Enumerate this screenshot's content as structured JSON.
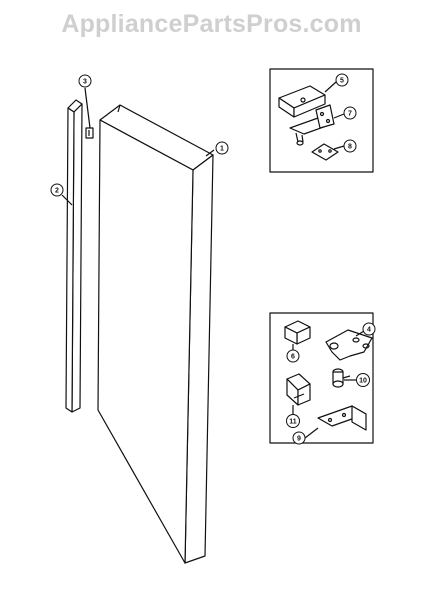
{
  "watermark": "AppliancePartsPros.com",
  "callouts": {
    "c1": "1",
    "c2": "2",
    "c3": "3",
    "c4": "4",
    "c5": "5",
    "c6": "6",
    "c7": "7",
    "c8": "8",
    "c9": "9",
    "c10": "10",
    "c11": "11"
  },
  "colors": {
    "line": "#111111",
    "watermark": "#cfcfcf"
  }
}
